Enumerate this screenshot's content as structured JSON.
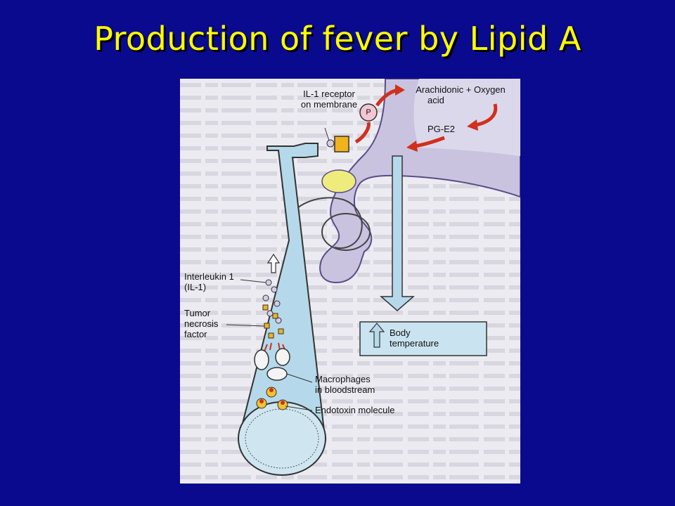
{
  "slide": {
    "title": "Production of fever by Lipid A"
  },
  "diagram": {
    "labels": {
      "il1_receptor_line1": "IL-1 receptor",
      "il1_receptor_line2": "on membrane",
      "arachidonic_line1": "Arachidonic + Oxygen",
      "arachidonic_line2": "acid",
      "pge2": "PG-E2",
      "phosphate": "P",
      "interleukin_line1": "Interleukin 1",
      "interleukin_line2": "(IL-1)",
      "tnf_line1": "Tumor",
      "tnf_line2": "necrosis",
      "tnf_line3": "factor",
      "macrophages_line1": "Macrophages",
      "macrophages_line2": "in bloodstream",
      "endotoxin": "Endotoxin molecule",
      "body_temp_line1": "Body",
      "body_temp_line2": "temperature"
    },
    "colors": {
      "slide_background": "#0a0a8e",
      "title": "#ffff00",
      "arrows_red": "#d0301c",
      "vessel_blue": "#b5d9ea",
      "brain_purple": "#c9c3e0",
      "receptor_orange": "#f2b21c",
      "hypothalamus_yellow": "#efec7e"
    }
  }
}
